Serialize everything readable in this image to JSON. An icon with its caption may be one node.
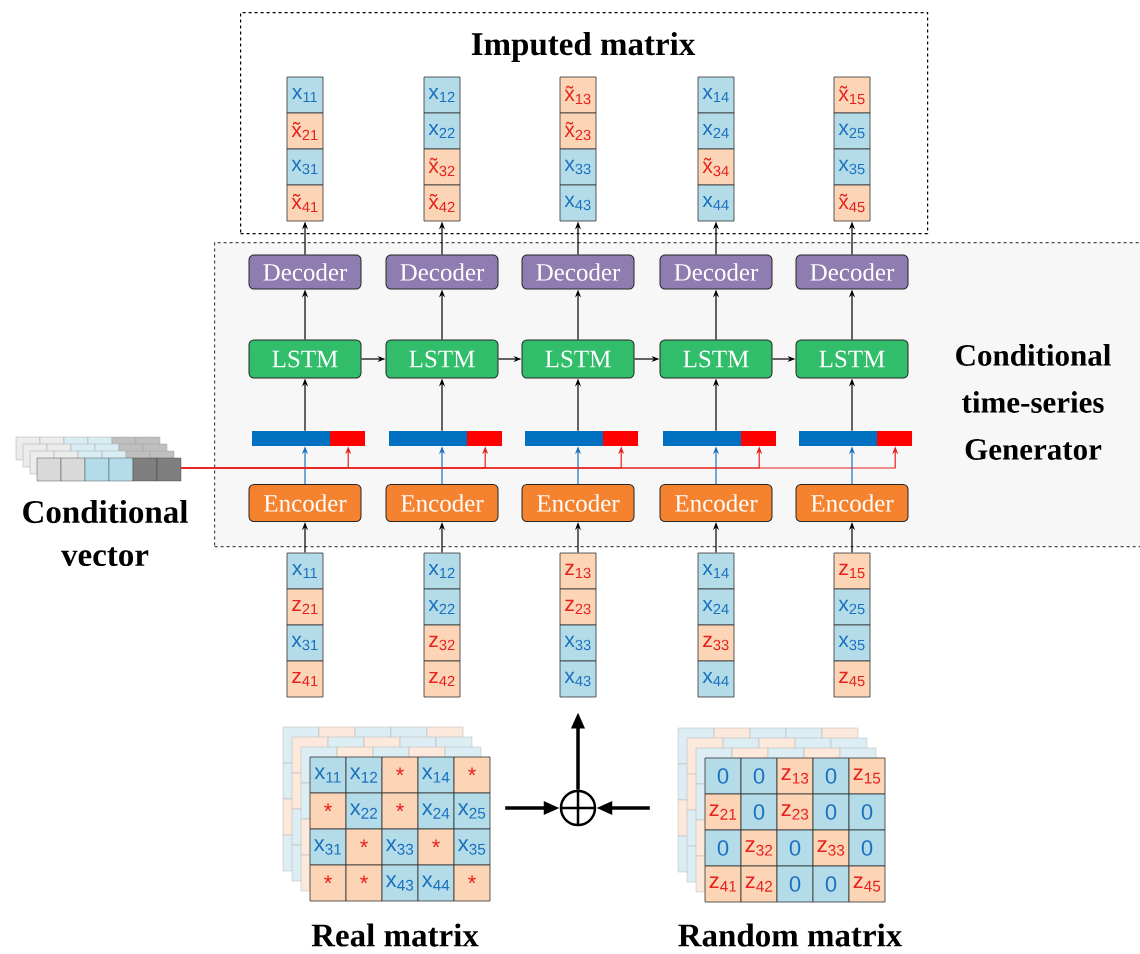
{
  "diagram": {
    "nodes": [
      {
        "text": [
          "Imputed matrix"
        ]
      },
      {
        "text": [
          "x$_{11}$"
        ],
        "in": 0
      },
      {
        "text": [
          "x̃$_{21}$"
        ],
        "in": 0
      },
      {
        "text": [
          "x$_{31}$"
        ],
        "in": 0
      },
      {
        "text": [
          "x̃$_{41}$"
        ],
        "in": 0
      },
      {
        "text": [
          "x$_{12}$"
        ],
        "in": 0
      },
      {
        "text": [
          "x$_{22}$"
        ],
        "in": 0
      },
      {
        "text": [
          "x̃$_{32}$"
        ],
        "in": 0
      },
      {
        "text": [
          "x̃$_{42}$"
        ],
        "in": 0
      },
      {
        "text": [
          "x̃$_{13}$"
        ],
        "in": 0
      },
      {
        "text": [
          "x̃$_{23}$"
        ],
        "in": 0
      },
      {
        "text": [
          "x$_{33}$"
        ],
        "in": 0
      },
      {
        "text": [
          "x$_{43}$"
        ],
        "in": 0
      },
      {
        "text": [
          "x$_{14}$"
        ],
        "in": 0
      },
      {
        "text": [
          "x$_{24}$"
        ],
        "in": 0
      },
      {
        "text": [
          "x̃$_{34}$"
        ],
        "in": 0
      },
      {
        "text": [
          "x$_{44}$"
        ],
        "in": 0
      },
      {
        "text": [
          "x̃$_{15}$"
        ],
        "in": 0
      },
      {
        "text": [
          "x$_{25}$"
        ],
        "in": 0
      },
      {
        "text": [
          "x$_{35}$"
        ],
        "in": 0
      },
      {
        "text": [
          "x̃$_{45}$"
        ],
        "in": 0
      },
      {
        "text": [
          "Conditional time-series Generator"
        ]
      },
      {
        "text": [
          "Decoder"
        ],
        "in": 21
      },
      {
        "text": [
          "Decoder"
        ],
        "in": 21
      },
      {
        "text": [
          "Decoder"
        ],
        "in": 21
      },
      {
        "text": [
          "Decoder"
        ],
        "in": 21
      },
      {
        "text": [
          "Decoder"
        ],
        "in": 21
      },
      {
        "text": [
          "LSTM"
        ],
        "in": 21
      },
      {
        "text": [
          "LSTM"
        ],
        "in": 21
      },
      {
        "text": [
          "LSTM"
        ],
        "in": 21
      },
      {
        "text": [
          "LSTM"
        ],
        "in": 21
      },
      {
        "text": [
          "LSTM"
        ],
        "in": 21
      },
      {
        "text": [],
        "shape": "bar",
        "in": 21
      },
      {
        "text": [],
        "shape": "bar",
        "in": 21
      },
      {
        "text": [],
        "shape": "bar",
        "in": 21
      },
      {
        "text": [],
        "shape": "bar",
        "in": 21
      },
      {
        "text": [],
        "shape": "bar",
        "in": 21
      },
      {
        "text": [
          "Encoder"
        ],
        "in": 21
      },
      {
        "text": [
          "Encoder"
        ],
        "in": 21
      },
      {
        "text": [
          "Encoder"
        ],
        "in": 21
      },
      {
        "text": [
          "Encoder"
        ],
        "in": 21
      },
      {
        "text": [
          "Encoder"
        ],
        "in": 21
      },
      {
        "text": [
          "Conditional vector"
        ]
      },
      {
        "text": [
          "x$_{11}$"
        ]
      },
      {
        "text": [
          "z$_{21}$"
        ]
      },
      {
        "text": [
          "x$_{31}$"
        ]
      },
      {
        "text": [
          "z$_{41}$"
        ]
      },
      {
        "text": [
          "x$_{12}$"
        ]
      },
      {
        "text": [
          "x$_{22}$"
        ]
      },
      {
        "text": [
          "z$_{32}$"
        ]
      },
      {
        "text": [
          "z$_{42}$"
        ]
      },
      {
        "text": [
          "z$_{13}$"
        ]
      },
      {
        "text": [
          "z$_{23}$"
        ]
      },
      {
        "text": [
          "x$_{33}$"
        ]
      },
      {
        "text": [
          "x$_{43}$"
        ]
      },
      {
        "text": [
          "x$_{14}$"
        ]
      },
      {
        "text": [
          "x$_{24}$"
        ]
      },
      {
        "text": [
          "z$_{33}$"
        ]
      },
      {
        "text": [
          "x$_{44}$"
        ]
      },
      {
        "text": [
          "z$_{15}$"
        ]
      },
      {
        "text": [
          "x$_{25}$"
        ]
      },
      {
        "text": [
          "x$_{35}$"
        ]
      },
      {
        "text": [
          "z$_{45}$"
        ]
      },
      {
        "text": [
          "Real matrix"
        ]
      },
      {
        "text": [],
        "shape": "circle"
      },
      {
        "text": [
          "Random matrix"
        ]
      }
    ],
    "edges": [
      {
        "from": 43,
        "to": 37,
        "arrow": "to"
      },
      {
        "from": 47,
        "to": 38,
        "arrow": "to"
      },
      {
        "from": 51,
        "to": 39,
        "arrow": "to"
      },
      {
        "from": 55,
        "to": 40,
        "arrow": "to"
      },
      {
        "from": 59,
        "to": 41,
        "arrow": "to"
      },
      {
        "from": 37,
        "to": 32,
        "arrow": "to",
        "color": "#1a70c0"
      },
      {
        "from": 38,
        "to": 33,
        "arrow": "to",
        "color": "#1a70c0"
      },
      {
        "from": 39,
        "to": 34,
        "arrow": "to",
        "color": "#1a70c0"
      },
      {
        "from": 40,
        "to": 35,
        "arrow": "to",
        "color": "#1a70c0"
      },
      {
        "from": 41,
        "to": 36,
        "arrow": "to",
        "color": "#1a70c0"
      },
      {
        "from": 42,
        "to": 32,
        "arrow": "to",
        "color": "#e8201e"
      },
      {
        "from": 42,
        "to": 33,
        "arrow": "to",
        "color": "#e8201e"
      },
      {
        "from": 42,
        "to": 34,
        "arrow": "to",
        "color": "#e8201e"
      },
      {
        "from": 42,
        "to": 35,
        "arrow": "to",
        "color": "#e8201e"
      },
      {
        "from": 42,
        "to": 36,
        "arrow": "to",
        "color": "#e8201e"
      },
      {
        "from": 32,
        "to": 27,
        "arrow": "to"
      },
      {
        "from": 33,
        "to": 28,
        "arrow": "to"
      },
      {
        "from": 34,
        "to": 29,
        "arrow": "to"
      },
      {
        "from": 35,
        "to": 30,
        "arrow": "to"
      },
      {
        "from": 36,
        "to": 31,
        "arrow": "to"
      },
      {
        "from": 27,
        "to": 28,
        "arrow": "to"
      },
      {
        "from": 28,
        "to": 29,
        "arrow": "to"
      },
      {
        "from": 29,
        "to": 30,
        "arrow": "to"
      },
      {
        "from": 30,
        "to": 31,
        "arrow": "to"
      },
      {
        "from": 27,
        "to": 22,
        "arrow": "to"
      },
      {
        "from": 28,
        "to": 23,
        "arrow": "to"
      },
      {
        "from": 29,
        "to": 24,
        "arrow": "to"
      },
      {
        "from": 30,
        "to": 25,
        "arrow": "to"
      },
      {
        "from": 31,
        "to": 26,
        "arrow": "to"
      },
      {
        "from": 22,
        "to": 4,
        "arrow": "to"
      },
      {
        "from": 23,
        "to": 8,
        "arrow": "to"
      },
      {
        "from": 24,
        "to": 12,
        "arrow": "to"
      },
      {
        "from": 25,
        "to": 16,
        "arrow": "to"
      },
      {
        "from": 26,
        "to": 20,
        "arrow": "to"
      },
      {
        "from": 63,
        "to": 64,
        "arrow": "to",
        "style": "thick"
      },
      {
        "from": 65,
        "to": 64,
        "arrow": "to",
        "style": "thick"
      },
      {
        "from": 64,
        "to": 54,
        "arrow": "to",
        "style": "thick"
      }
    ],
    "labels": [
      "x$_{11}$",
      "x$_{12}$",
      "*",
      "x$_{14}$",
      "*",
      "*",
      "x$_{22}$",
      "*",
      "x$_{24}$",
      "x$_{25}$",
      "x$_{31}$",
      "*",
      "x$_{33}$",
      "*",
      "x$_{35}$",
      "*",
      "*",
      "x$_{43}$",
      "x$_{44}$",
      "*",
      "0",
      "0",
      "z$_{13}$",
      "0",
      "z$_{15}$",
      "z$_{21}$",
      "0",
      "z$_{23}$",
      "0",
      "0",
      "0",
      "z$_{32}$",
      "0",
      "z$_{33}$",
      "0",
      "z$_{41}$",
      "z$_{42}$",
      "0",
      "0",
      "z$_{45}$"
    ]
  }
}
